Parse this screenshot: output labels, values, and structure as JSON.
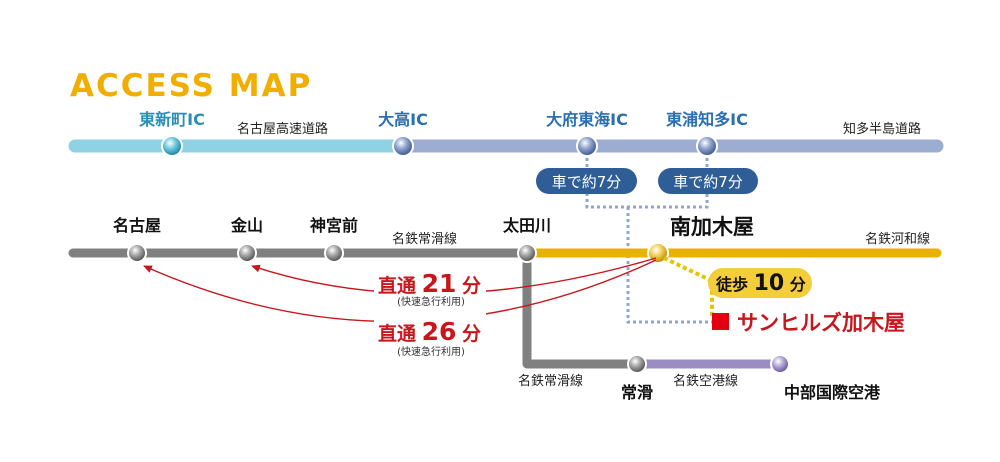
{
  "title": "ACCESS MAP",
  "colors": {
    "title": "#F0AE00",
    "expressway_light": "#8FD2E4",
    "expressway": "#9DADD2",
    "ic_label": "#2A6FB0",
    "rail_gray": "#808080",
    "rail_gold": "#E8B200",
    "rail_purple": "#9B8CC2",
    "dotted_blue": "#8EA6D2",
    "badge_blue": "#2F5E96",
    "red": "#C8161D",
    "walk_dot": "#E8C200"
  },
  "expressway": {
    "road_name_left": "名古屋高速道路",
    "road_name_right": "知多半島道路",
    "interchanges": [
      "東新町IC",
      "大高IC",
      "大府東海IC",
      "東浦知多IC"
    ],
    "car_times": [
      "車で約7分",
      "車で約7分"
    ]
  },
  "railway": {
    "stations": [
      "名古屋",
      "金山",
      "神宮前",
      "太田川",
      "南加木屋",
      "常滑",
      "中部国際空港"
    ],
    "line_main": "名鉄常滑線",
    "line_kowa": "名鉄河和線",
    "line_branch": "名鉄常滑線",
    "line_airport": "名鉄空港線"
  },
  "routes": [
    {
      "label": "直通",
      "minutes": "21",
      "unit": "分",
      "note": "(快速急行利用)"
    },
    {
      "label": "直通",
      "minutes": "26",
      "unit": "分",
      "note": "(快速急行利用)"
    }
  ],
  "walk": {
    "label": "徒歩",
    "minutes": "10",
    "unit": "分"
  },
  "property": {
    "name": "サンヒルズ加木屋"
  }
}
